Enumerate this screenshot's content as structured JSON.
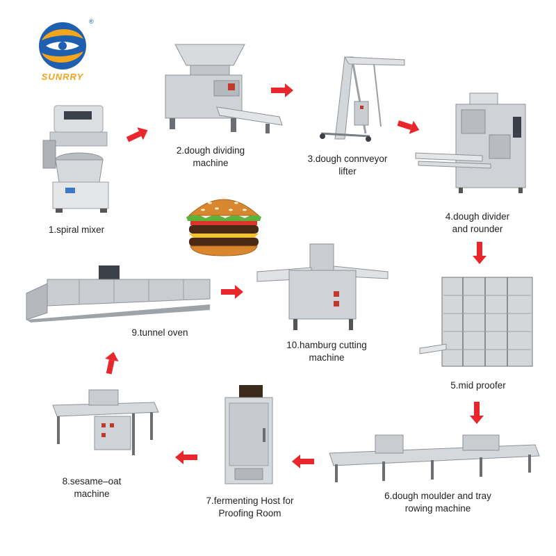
{
  "logo": {
    "name": "SUNRRY",
    "registered": "®"
  },
  "steps": [
    {
      "label_lines": [
        "1.spiral mixer"
      ]
    },
    {
      "label_lines": [
        "2.dough dividing",
        "machine"
      ]
    },
    {
      "label_lines": [
        "3.dough connveyor",
        "lifter"
      ]
    },
    {
      "label_lines": [
        "4.dough divider",
        "and rounder"
      ]
    },
    {
      "label_lines": [
        "5.mid proofer"
      ]
    },
    {
      "label_lines": [
        "6.dough moulder and tray",
        "rowing machine"
      ]
    },
    {
      "label_lines": [
        "7.fermenting Host for",
        "Proofing Room"
      ]
    },
    {
      "label_lines": [
        "8.sesame–oat",
        "machine"
      ]
    },
    {
      "label_lines": [
        "9.tunnel oven"
      ]
    },
    {
      "label_lines": [
        "10.hamburg cutting",
        "machine"
      ]
    }
  ],
  "colors": {
    "arrow": "#e8262b",
    "steel": "#c9ccd0",
    "steel_dark": "#8d9196",
    "logo_blue": "#1f5fb0",
    "logo_gold": "#f3a51c"
  }
}
